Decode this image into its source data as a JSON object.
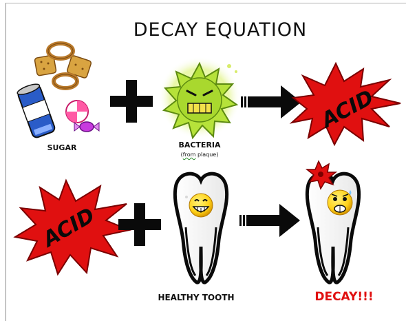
{
  "title": "DECAY EQUATION",
  "labels": {
    "sugar": "SUGAR",
    "bacteria": "BACTERIA",
    "plaque_open": "(",
    "plaque_from": "from",
    "plaque_rest": " plaque)",
    "healthy_tooth": "HEALTHY TOOTH",
    "decay": "DECAY!!!"
  },
  "burst_text": {
    "acid_top": "ACID",
    "acid_bottom": "ACID"
  },
  "colors": {
    "burst_red": "#e01010",
    "burst_dark": "#7a0000",
    "bacteria_green": "#b6e23a",
    "bacteria_glow": "#e9f7a8",
    "emoji_yellow": "#ffd21a",
    "decay_red": "#e01010"
  },
  "icons": [
    "cookie-icon",
    "soda-can-icon",
    "candy-icon",
    "bacteria-icon",
    "plus-icon",
    "arrow-right-icon",
    "acid-burst-icon",
    "healthy-tooth-icon",
    "decayed-tooth-icon"
  ]
}
